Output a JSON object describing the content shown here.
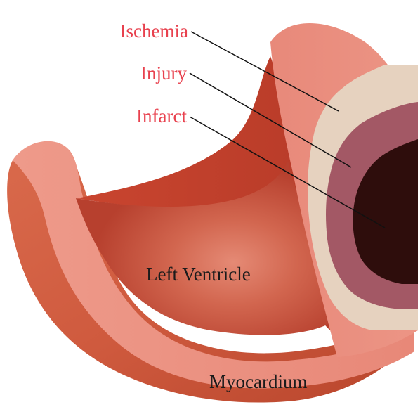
{
  "labels": {
    "ischemia": "Ischemia",
    "injury": "Injury",
    "infarct": "Infarct",
    "left_ventricle": "Left Ventricle",
    "myocardium": "Myocardium"
  },
  "colors": {
    "label_red": "#e8414e",
    "label_dark": "#1b1b1b",
    "myocardium_surface": "#e88878",
    "myocardium_outer": "#c8553d",
    "cavity": "#c94a35",
    "ischemia_zone": "#e6d2bf",
    "injury_zone": "#a35865",
    "infarct_zone": "#2e0d0c"
  }
}
